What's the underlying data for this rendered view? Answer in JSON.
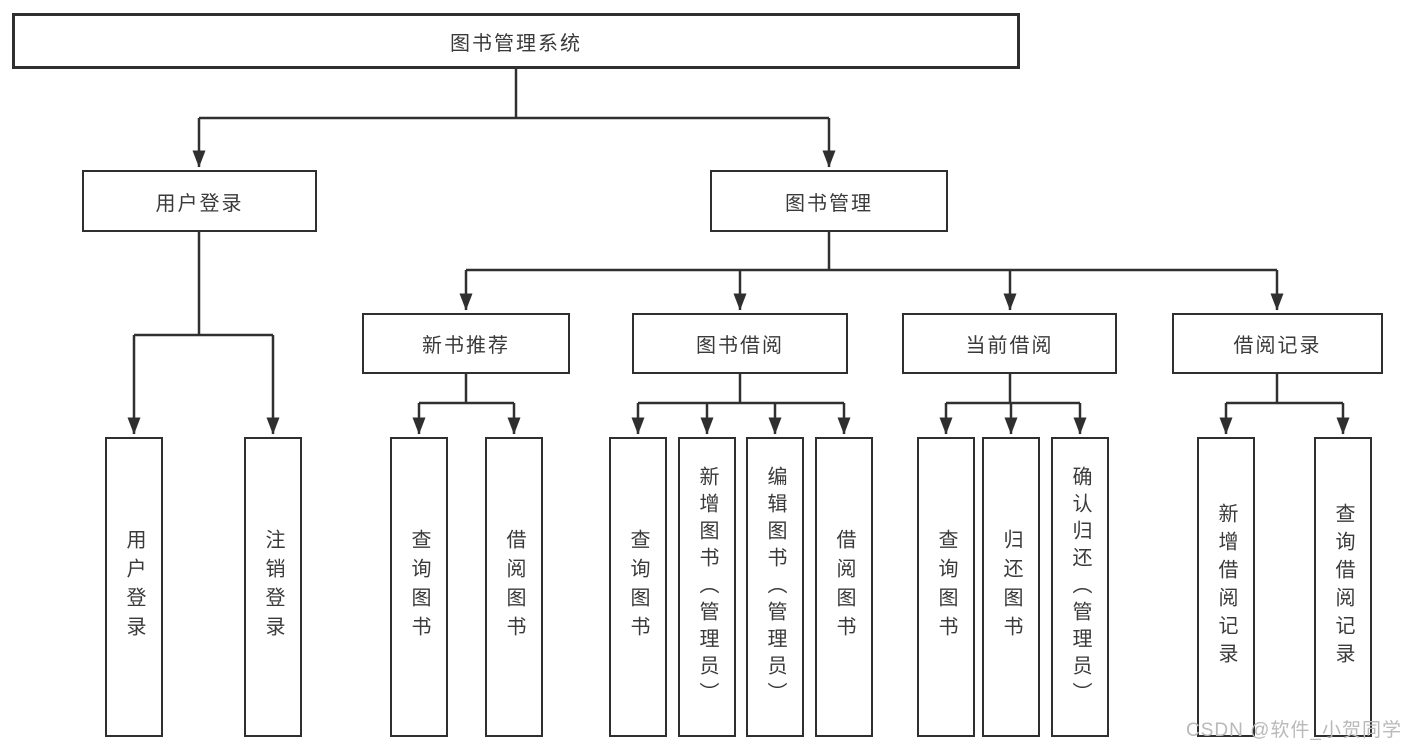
{
  "diagram": {
    "type": "hierarchy-tree",
    "title": "图书管理系统"
  },
  "nodes": {
    "root": {
      "label": "图书管理系统"
    },
    "user_login": {
      "label": "用户登录"
    },
    "book_mgmt": {
      "label": "图书管理"
    },
    "new_book_rec": {
      "label": "新书推荐"
    },
    "book_borrow": {
      "label": "图书借阅"
    },
    "current_borrow": {
      "label": "当前借阅"
    },
    "borrow_record": {
      "label": "借阅记录"
    },
    "leaf_user_login": {
      "label": "用户登录"
    },
    "leaf_logout": {
      "label": "注销登录"
    },
    "leaf_rec_query_book": {
      "label": "查询图书"
    },
    "leaf_rec_borrow_book": {
      "label": "借阅图书"
    },
    "leaf_bb_query_book": {
      "label": "查询图书"
    },
    "leaf_bb_add_book_admin": {
      "label": "新增图书（管理员）"
    },
    "leaf_bb_edit_book_admin": {
      "label": "编辑图书（管理员）"
    },
    "leaf_bb_borrow_book": {
      "label": "借阅图书"
    },
    "leaf_cb_query_book": {
      "label": "查询图书"
    },
    "leaf_cb_return_book": {
      "label": "归还图书"
    },
    "leaf_cb_confirm_return_admin": {
      "label": "确认归还（管理员）"
    },
    "leaf_br_add_record": {
      "label": "新增借阅记录"
    },
    "leaf_br_query_record": {
      "label": "查询借阅记录"
    }
  },
  "watermark": "CSDN @软件_小贺同学",
  "colors": {
    "line": "#303030",
    "box_border": "#2f2f2f",
    "text": "#3a3a3a",
    "watermark": "#b9b9b9",
    "background": "#ffffff"
  }
}
